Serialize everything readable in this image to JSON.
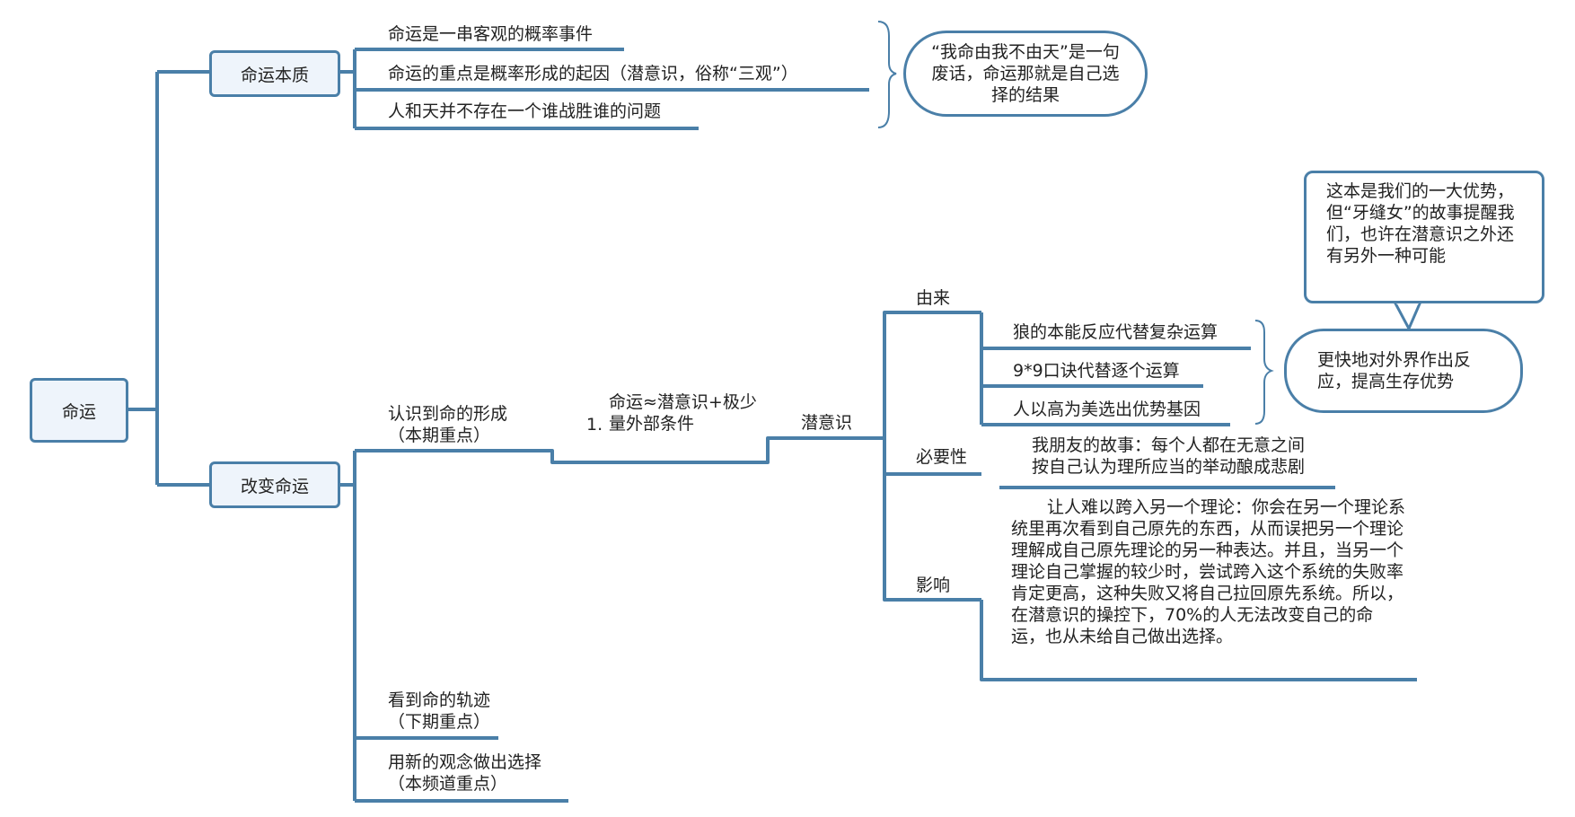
{
  "root": {
    "label": "命运"
  },
  "branch1": {
    "label": "命运本质",
    "items": [
      "命运是一串客观的概率事件",
      "命运的重点是概率形成的起因（潜意识，俗称“三观”）",
      "人和天并不存在一个谁战胜谁的问题"
    ],
    "callout": "“我命由我不由天”是一句废话，命运那就是自己选择的结果"
  },
  "branch2": {
    "label": "改变命运",
    "item1": {
      "line1": "认识到命的形成",
      "line2": "（本期重点）"
    },
    "formula": {
      "number": "1.",
      "text": "命运≈潜意识+极少量外部条件"
    },
    "subconscious": {
      "label": "潜意识",
      "origin": {
        "label": "由来",
        "items": [
          "狼的本能反应代替复杂运算",
          "9*9口诀代替逐个运算",
          "人以高为美选出优势基因"
        ],
        "callout": "更快地对外界作出反应，提高生存优势",
        "note": "这本是我们的一大优势，但“牙缝女”的故事提醒我们，也许在潜意识之外还有另外一种可能"
      },
      "necessity": {
        "label": "必要性",
        "text_line1": "我朋友的故事：每个人都在无意之间",
        "text_line2": "按自己认为理所应当的举动酿成悲剧"
      },
      "influence": {
        "label": "影响",
        "text": "让人难以跨入另一个理论：你会在另一个理论系统里再次看到自己原先的东西，从而误把另一个理论理解成自己原先理论的另一种表达。并且，当另一个理论自己掌握的较少时，尝试跨入这个系统的失败率肯定更高，这种失败又将自己拉回原先系统。所以，在潜意识的操控下，70%的人无法改变自己的命运，也从未给自己做出选择。"
      }
    },
    "item2": {
      "line1": "看到命的轨迹",
      "line2": "（下期重点）"
    },
    "item3": {
      "line1": "用新的观念做出选择",
      "line2": "（本频道重点）"
    }
  },
  "colors": {
    "line": "#4a7fa8",
    "box_fill": "#eef4fb"
  }
}
